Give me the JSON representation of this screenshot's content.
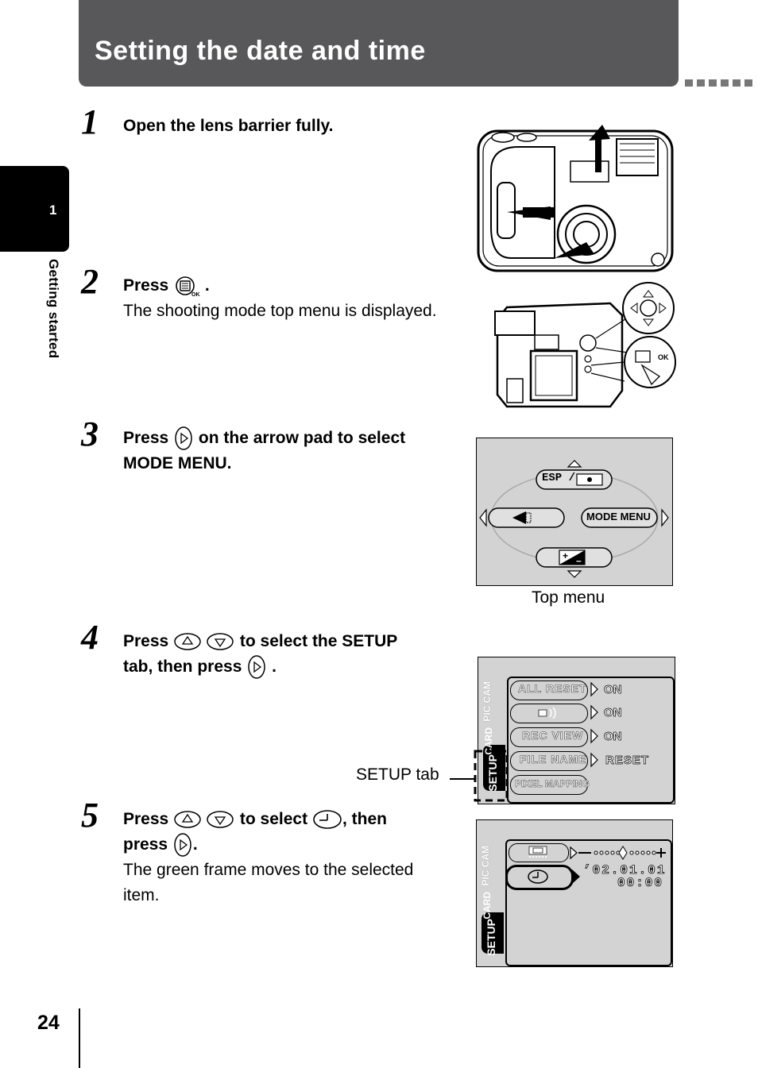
{
  "header": {
    "title": "Setting the date and time"
  },
  "sidebar": {
    "chapter_number": "1",
    "chapter_label": "Getting started"
  },
  "steps": [
    {
      "number": "1",
      "text": "Open the lens barrier fully."
    },
    {
      "number": "2",
      "prefix": "Press",
      "suffix": ".",
      "detail": "The shooting mode top menu is displayed."
    },
    {
      "number": "3",
      "prefix": "Press",
      "suffix": "on the arrow pad to select",
      "line2": "MODE MENU."
    },
    {
      "number": "4",
      "prefix": "Press",
      "suffix": "to select the SETUP",
      "line2_prefix": "tab, then press",
      "line2_suffix": "."
    },
    {
      "number": "5",
      "prefix": "Press",
      "mid": "to select",
      "suffix": ", then",
      "line2_prefix": "press",
      "line2_suffix": ".",
      "detail1": "The green frame moves to the selected",
      "detail2": "item."
    }
  ],
  "top_menu": {
    "caption": "Top menu",
    "esp_label": "ESP /",
    "mode_menu_label": "MODE  MENU"
  },
  "setup_screen": {
    "tab_caption": "SETUP tab",
    "tabs": [
      "PIC  CAM",
      "CARD",
      "SETUP"
    ],
    "rows": [
      {
        "label": "ALL  RESET",
        "value": "ON"
      },
      {
        "label": "",
        "value": "ON"
      },
      {
        "label": "REC  VIEW",
        "value": "ON"
      },
      {
        "label": "FILE  NAME",
        "value": "RESET"
      },
      {
        "label": "PIXEL  MAPPING",
        "value": ""
      }
    ]
  },
  "date_screen": {
    "tabs": [
      "PIC  CAM",
      "CARD",
      "SETUP"
    ],
    "date": "’02.01.01",
    "time": "00:00"
  },
  "footer": {
    "page_number": "24"
  },
  "colors": {
    "header_bg": "#58585a",
    "tab_bg": "#000000",
    "lcd_bg": "#d3d3d3"
  }
}
